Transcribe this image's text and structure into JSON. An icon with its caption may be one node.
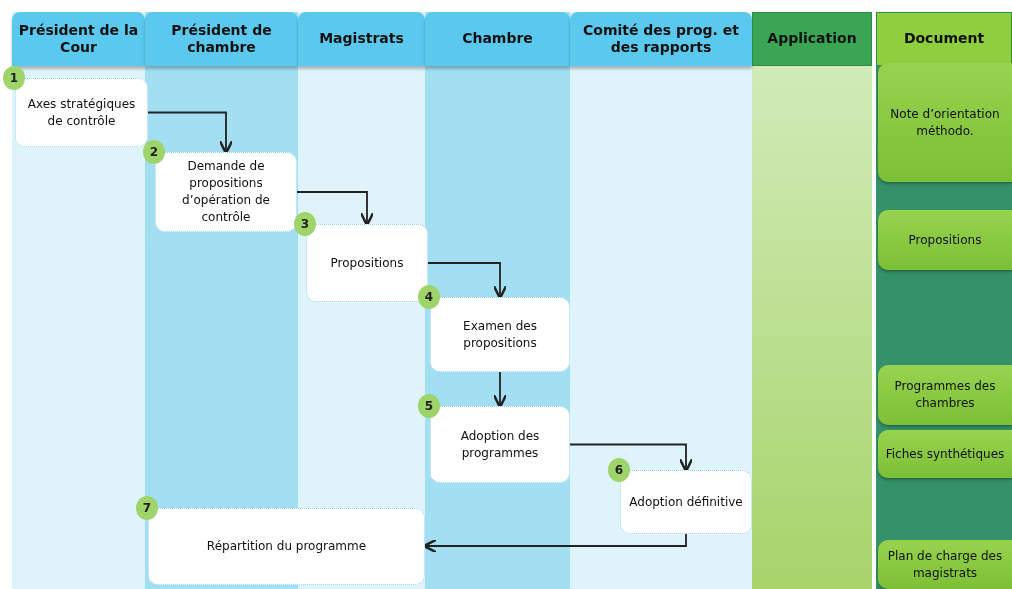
{
  "diagram": {
    "nodes": [
      {
        "text": [
          "Président de la Cour"
        ]
      },
      {
        "text": [
          "Président de chambre"
        ]
      },
      {
        "text": [
          "Magistrats"
        ]
      },
      {
        "text": [
          "Chambre"
        ]
      },
      {
        "text": [
          "Comité des prog. et des rapports"
        ]
      },
      {
        "text": [
          "Application"
        ]
      },
      {
        "text": [
          "Document"
        ]
      },
      {
        "text": [
          "Axes stratégiques de contrôle"
        ],
        "beside": [
          "1"
        ]
      },
      {
        "text": [
          "Demande de propositions d’opération de contrôle"
        ],
        "beside": [
          "2"
        ]
      },
      {
        "text": [
          "Propositions"
        ],
        "beside": [
          "3"
        ]
      },
      {
        "text": [
          "Examen des propositions"
        ],
        "beside": [
          "4"
        ]
      },
      {
        "text": [
          "Adoption des programmes"
        ],
        "beside": [
          "5"
        ]
      },
      {
        "text": [
          "Adoption définitive"
        ],
        "beside": [
          "6"
        ]
      },
      {
        "text": [
          "Répartition du programme"
        ],
        "beside": [
          "7"
        ]
      },
      {
        "text": [
          "Note d’orientation méthodo."
        ]
      },
      {
        "text": [
          "Propositions"
        ]
      },
      {
        "text": [
          "Programmes des chambres"
        ]
      },
      {
        "text": [
          "Fiches synthétiques"
        ]
      },
      {
        "text": [
          "Plan de charge des magistrats"
        ]
      }
    ],
    "edges": [
      {
        "from": 7,
        "to": 8,
        "arrow": "to"
      },
      {
        "from": 8,
        "to": 9,
        "arrow": "to"
      },
      {
        "from": 9,
        "to": 10,
        "arrow": "to"
      },
      {
        "from": 10,
        "to": 11,
        "arrow": "to"
      },
      {
        "from": 11,
        "to": 12,
        "arrow": "to"
      },
      {
        "from": 12,
        "to": 13,
        "arrow": "to"
      }
    ]
  }
}
